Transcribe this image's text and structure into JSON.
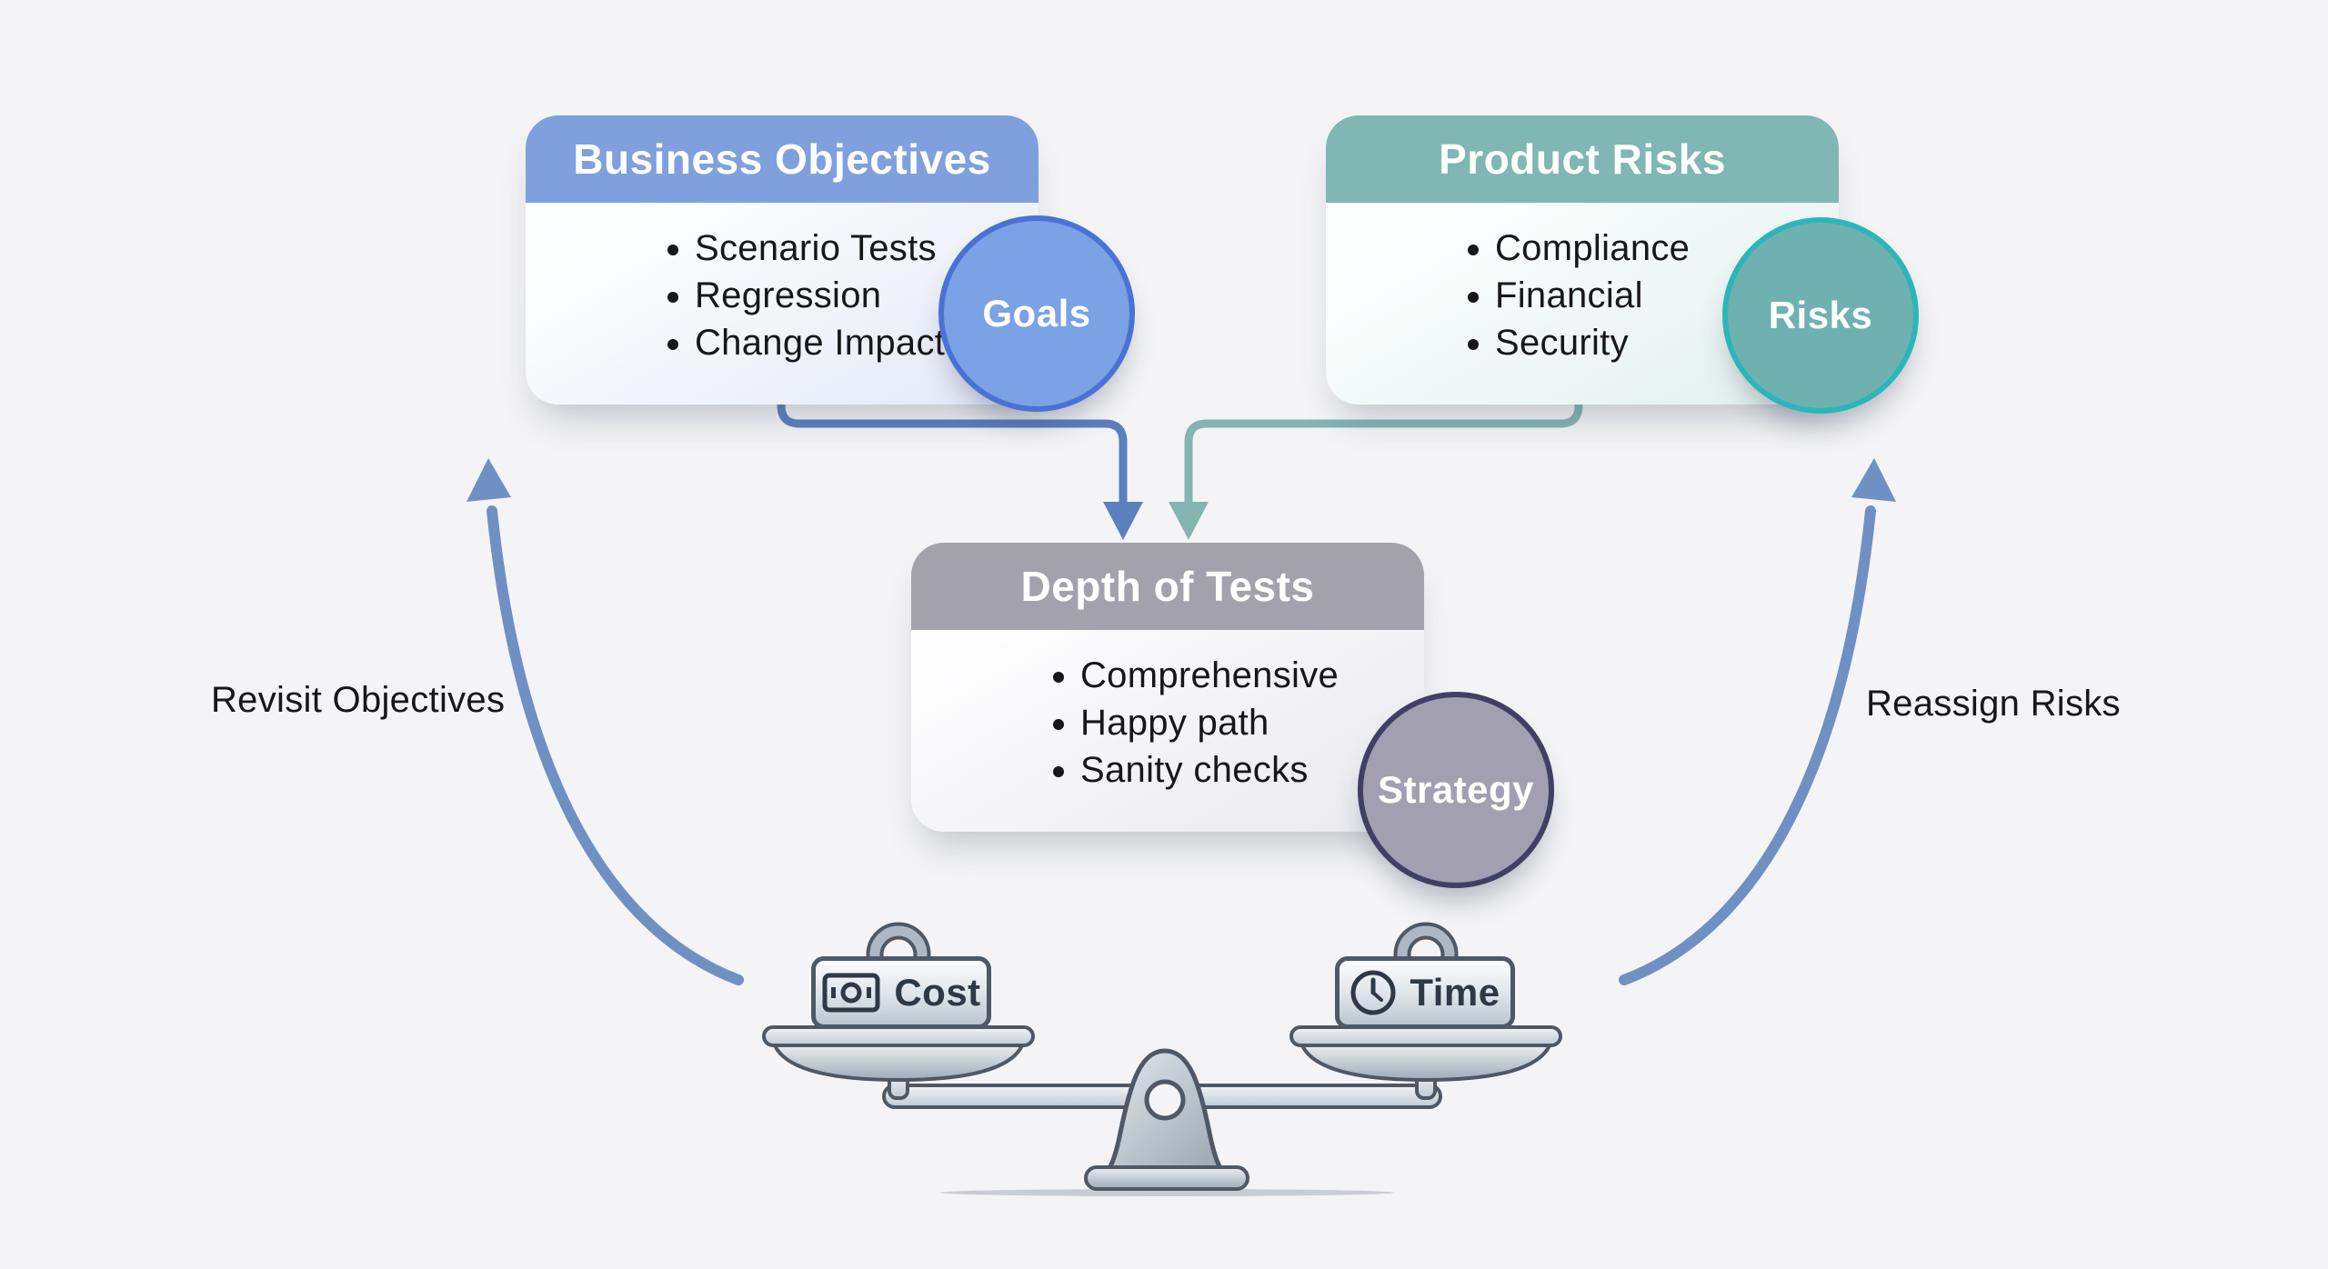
{
  "diagram": {
    "cards": [
      {
        "title": "Business Objectives",
        "items": [
          "Scenario Tests",
          "Regression",
          "Change Impact"
        ],
        "badge": "Goals",
        "header_color": "#7fa0dc",
        "badge_fill": "#7aa2e4",
        "badge_border": "#4a72d4"
      },
      {
        "title": "Product Risks",
        "items": [
          "Compliance",
          "Financial",
          "Security"
        ],
        "badge": "Risks",
        "header_color": "#80b6b4",
        "badge_fill": "#6fb1b1",
        "badge_border": "#2db6b9"
      },
      {
        "title": "Depth of Tests",
        "items": [
          "Comprehensive",
          "Happy path",
          "Sanity checks"
        ],
        "badge": "Strategy",
        "header_color": "#a3a2ac",
        "badge_fill": "#a2a0b0",
        "badge_border": "#413f63"
      }
    ],
    "loops": {
      "left_label": "Revisit Objectives",
      "right_label": "Reassign Risks"
    },
    "scale": {
      "left_weight_label": "Cost",
      "right_weight_label": "Time",
      "left_icon": "money-icon",
      "right_icon": "clock-icon"
    },
    "palette": {
      "background": "#f4f4f6",
      "connector_blue": "#5c7fc0",
      "connector_teal": "#83b5b1",
      "loop_arrow": "#7090c4",
      "metal_outline": "#4e5866"
    }
  }
}
